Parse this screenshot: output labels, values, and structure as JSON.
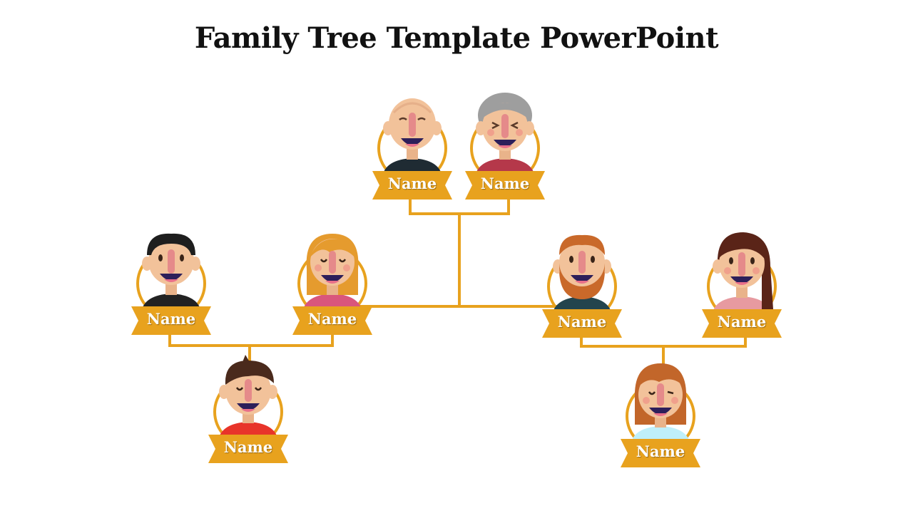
{
  "slide": {
    "title": "Family Tree Template PowerPoint"
  },
  "colors": {
    "accent": "#E8A21E",
    "skin": "#F2C29A",
    "nose": "#E58A8A"
  },
  "members": [
    {
      "id": "grandfather",
      "label": "Name",
      "hair": "bald",
      "shirt": "#1F2B33"
    },
    {
      "id": "grandmother",
      "label": "Name",
      "hair": "gray",
      "shirt": "#B5384A"
    },
    {
      "id": "father",
      "label": "Name",
      "hair": "black",
      "shirt": "#222222"
    },
    {
      "id": "mother",
      "label": "Name",
      "hair": "blonde",
      "shirt": "#D9567C"
    },
    {
      "id": "uncle",
      "label": "Name",
      "hair": "ginger-beard",
      "shirt": "#23444D"
    },
    {
      "id": "aunt",
      "label": "Name",
      "hair": "brown-long",
      "shirt": "#E79AA0"
    },
    {
      "id": "son",
      "label": "Name",
      "hair": "brown-spiky",
      "shirt": "#E8342A"
    },
    {
      "id": "daughter",
      "label": "Name",
      "hair": "auburn",
      "shirt": "#BFEFFA"
    }
  ]
}
